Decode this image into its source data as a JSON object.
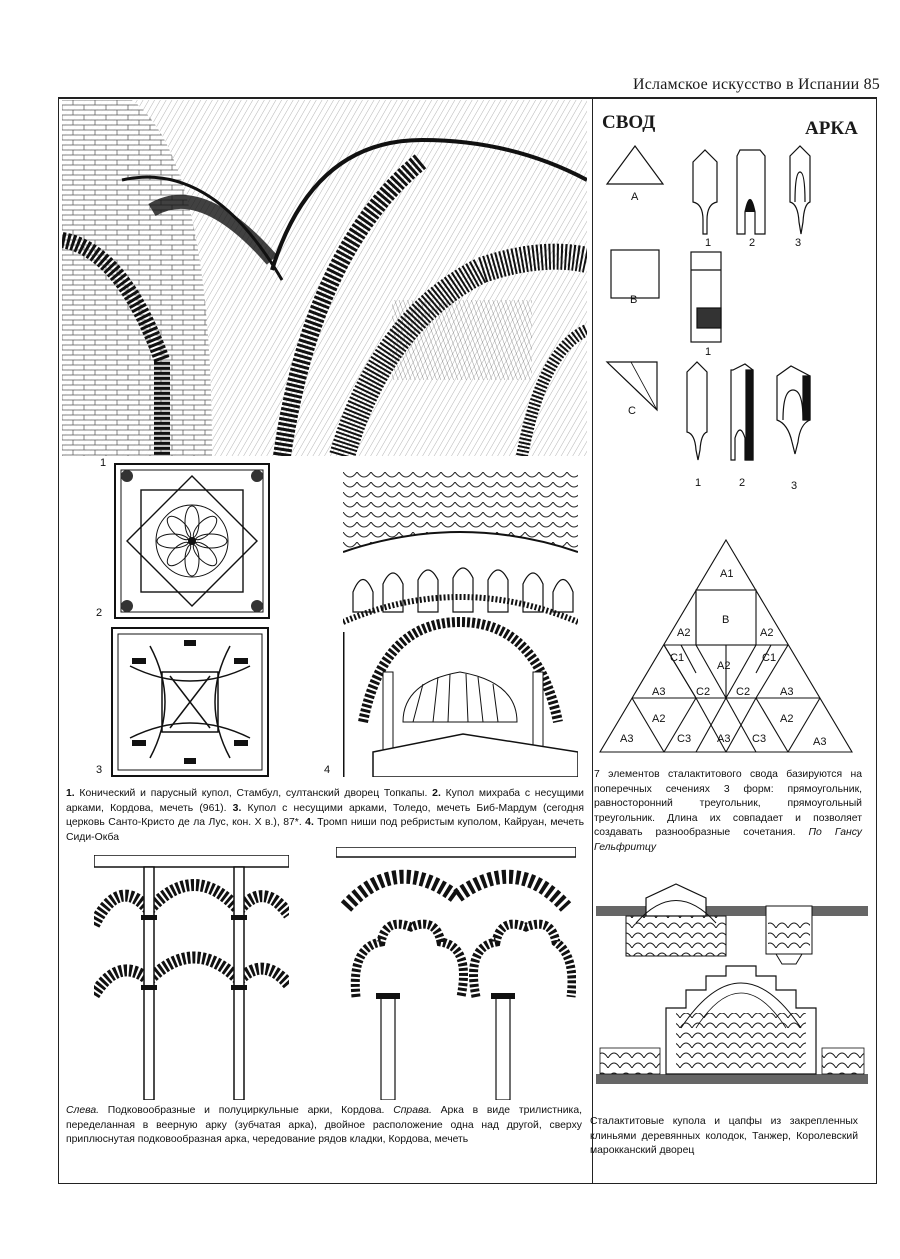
{
  "header": {
    "title": "Исламское искусство в Испании 85"
  },
  "right_panel": {
    "heading_left": "СВОД",
    "heading_right": "АРКА",
    "shape_labels": {
      "a": "A",
      "b": "B",
      "c": "C"
    },
    "arch_numbers_row1": [
      "1",
      "2",
      "3"
    ],
    "arch_numbers_row2": [
      "1"
    ],
    "arch_numbers_row3": [
      "1",
      "2",
      "3"
    ],
    "triangle_cells": {
      "a1": "A1",
      "b": "B",
      "a2_left": "A2",
      "a2_right": "A2",
      "c1_left": "C1",
      "a2_mid": "A2",
      "c1_right": "C1",
      "a3_left": "A3",
      "c2_left": "C2",
      "c2_right": "C2",
      "a3_right": "A3",
      "a2_bl": "A2",
      "a2_br": "A2",
      "b_a3_1": "A3",
      "b_c3_1": "C3",
      "b_a3_2": "A3",
      "b_c3_2": "C3",
      "b_a3_3": "A3"
    },
    "triangle_caption_plain": "7 элементов сталактитового свода базируются на поперечных сечениях 3 форм: прямоугольник, равносторонний треугольник, прямоугольный треугольник. Длина их совпадает и позволяет создавать разнообразные сочетания. ",
    "triangle_caption_italic": "По Гансу Гельфритцу",
    "domes_caption": "Сталактитовые купола и цапфы из закрепленных клиньями деревянных колодок, Танжер, Королевский марокканский дворец"
  },
  "figures": {
    "n1": "1",
    "n2": "2",
    "n3": "3",
    "n4": "4"
  },
  "caption_top": {
    "p1_num": "1.",
    "p1_text": " Конический и парусный купол, Стамбул, султанский дворец Топкапы. ",
    "p2_num": "2.",
    "p2_text": " Купол михраба с несущими арками, Кордова, мечеть (961). ",
    "p3_num": "3.",
    "p3_text": " Купол с несущими арками, Толедо, мечеть Биб-Мардум (сегодня церковь Санто-Кристо де ла Лус, кон. X в.), 87*. ",
    "p4_num": "4.",
    "p4_text": " Тромп ниши под ребристым куполом, Кайруан, мечеть Сиди-Окба"
  },
  "caption_bottom": {
    "left_label": "Слева.",
    "left_text": " Подковообразные и полуциркульные арки, Кордова. ",
    "right_label": "Справа.",
    "right_text": " Арка в виде трилистника, переделанная в веерную арку (зубчатая арка), двойное расположение одна над другой, сверху приплюснутая подковообразная арка, чередование рядов кладки, Кордова, мечеть"
  }
}
